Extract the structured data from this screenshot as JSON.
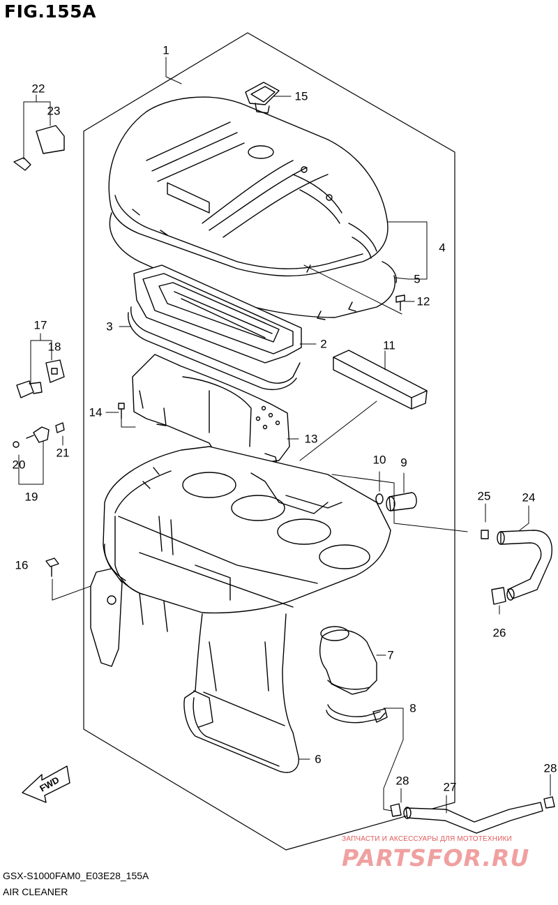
{
  "figure": {
    "title": "FIG.155A",
    "model_code": "GSX-S1000FAM0_E03E28_155A",
    "caption": "AIR CLEANER",
    "direction_label": "FWD"
  },
  "callouts": [
    "1",
    "2",
    "3",
    "4",
    "5",
    "6",
    "7",
    "8",
    "9",
    "10",
    "11",
    "12",
    "13",
    "14",
    "15",
    "16",
    "17",
    "18",
    "19",
    "20",
    "21",
    "22",
    "23",
    "24",
    "25",
    "26",
    "27",
    "28",
    "28"
  ],
  "watermark": {
    "line1": "ЗАПЧАСТИ И АКСЕССУАРЫ ДЛЯ МОТОТЕХНИКИ",
    "line2": "PARTSFOR.RU"
  },
  "colors": {
    "line": "#000000",
    "watermark_small": "#e05a5a",
    "watermark_big": "#f0a0a0"
  }
}
